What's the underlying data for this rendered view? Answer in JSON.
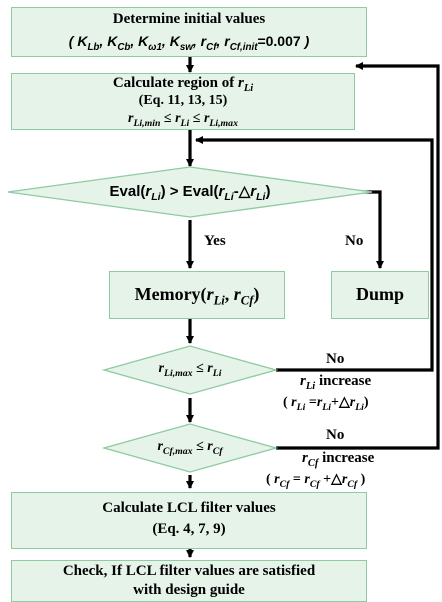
{
  "init": {
    "title": "Determine initial values",
    "params_open": "(",
    "p1": "K",
    "p1_sub": "Lb",
    "p2": "K",
    "p2_sub": "Cb",
    "p3": "K",
    "p3_sub": "ω1",
    "p4": "K",
    "p4_sub": "sw",
    "p5": "r",
    "p5_sub": "Cf",
    "p6": "r",
    "p6_sub": "Cf,init",
    "p6_value": "=0.007",
    "params_close": ")"
  },
  "region": {
    "title_prefix": "Calculate region of",
    "title_var": "r",
    "title_sub": "Li",
    "eqs": "(Eq. 11, 13, 15)",
    "lhs": "r",
    "lhs_sub": "Li,min",
    "le1": "≤",
    "mid": "r",
    "mid_sub": "Li",
    "le2": "≤",
    "rhs": "r",
    "rhs_sub": "Li,max"
  },
  "eval": {
    "fn1": "Eval(",
    "v1": "r",
    "v1_sub": "Li",
    "mid": ") > Eval(",
    "v2": "r",
    "v2_sub": "Li",
    "delta": "-△",
    "v3": "r",
    "v3_sub": "Li",
    "close": ")"
  },
  "yes_label": "Yes",
  "no_label_1": "No",
  "memory": {
    "fn": "Memory(",
    "v1": "r",
    "v1_sub": "Li",
    "sep": ", ",
    "v2": "r",
    "v2_sub": "Cf",
    "close": ")"
  },
  "dump": "Dump",
  "cond_li": {
    "lhs": "r",
    "lhs_sub": "Li,max",
    "op": "≤",
    "rhs": "r",
    "rhs_sub": "Li"
  },
  "no_label_2": "No",
  "li_increase": {
    "var": "r",
    "var_sub": "Li",
    "word": "increase",
    "open": "(",
    "a": "r",
    "a_sub": "Li",
    "eq": "=",
    "b": "r",
    "b_sub": "Li",
    "plus": "+△",
    "c": "r",
    "c_sub": "Li",
    "close": ")"
  },
  "cond_cf": {
    "lhs": "r",
    "lhs_sub": "Cf,max",
    "op": "≤",
    "rhs": "r",
    "rhs_sub": "Cf"
  },
  "no_label_3": "No",
  "cf_increase": {
    "var": "r",
    "var_sub": "Cf",
    "word": "increase",
    "open": "(",
    "a": "r",
    "a_sub": "Cf",
    "eq": "=",
    "b": "r",
    "b_sub": "Cf",
    "plus": "+△",
    "c": "r",
    "c_sub": "Cf",
    "close": ")"
  },
  "lcl": {
    "title": "Calculate LCL filter values",
    "eqs": "(Eq. 4, 7, 9)"
  },
  "check": {
    "line1": "Check, If LCL filter values are satisfied",
    "line2": "with design guide"
  },
  "colors": {
    "box_fill": "#e5f3e9",
    "box_border": "#8ecba0",
    "arrow": "#000000"
  }
}
